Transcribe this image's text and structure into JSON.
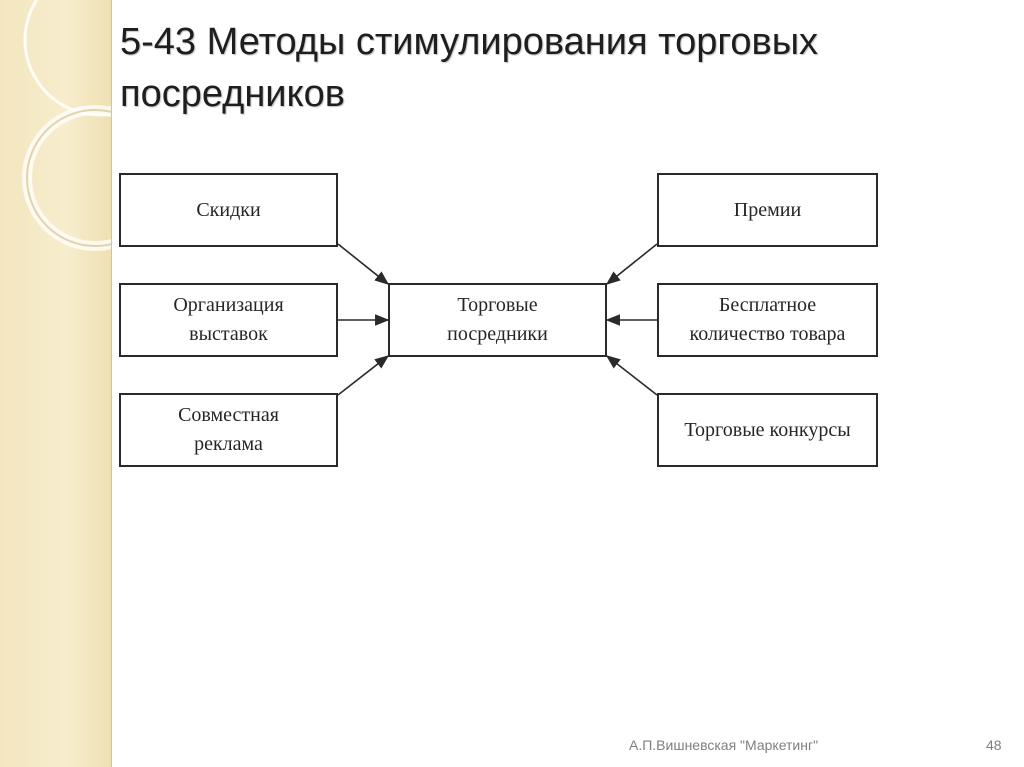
{
  "slide": {
    "title_line1": "5-43 Методы стимулирования торговых",
    "title_line2": "посредников",
    "author": "А.П.Вишневская \"Маркетинг\"",
    "page_number": "48"
  },
  "diagram": {
    "center": "Торговые посредники",
    "left_boxes": [
      "Скидки",
      "Организация выставок",
      "Совместная реклама"
    ],
    "right_boxes": [
      "Премии",
      "Бесплатное количество товара",
      "Торговые конкурсы"
    ]
  },
  "colors": {
    "left_band": "#f3e6bf",
    "box_border": "#2a2a2a",
    "footer_text": "#7f7f7f"
  }
}
